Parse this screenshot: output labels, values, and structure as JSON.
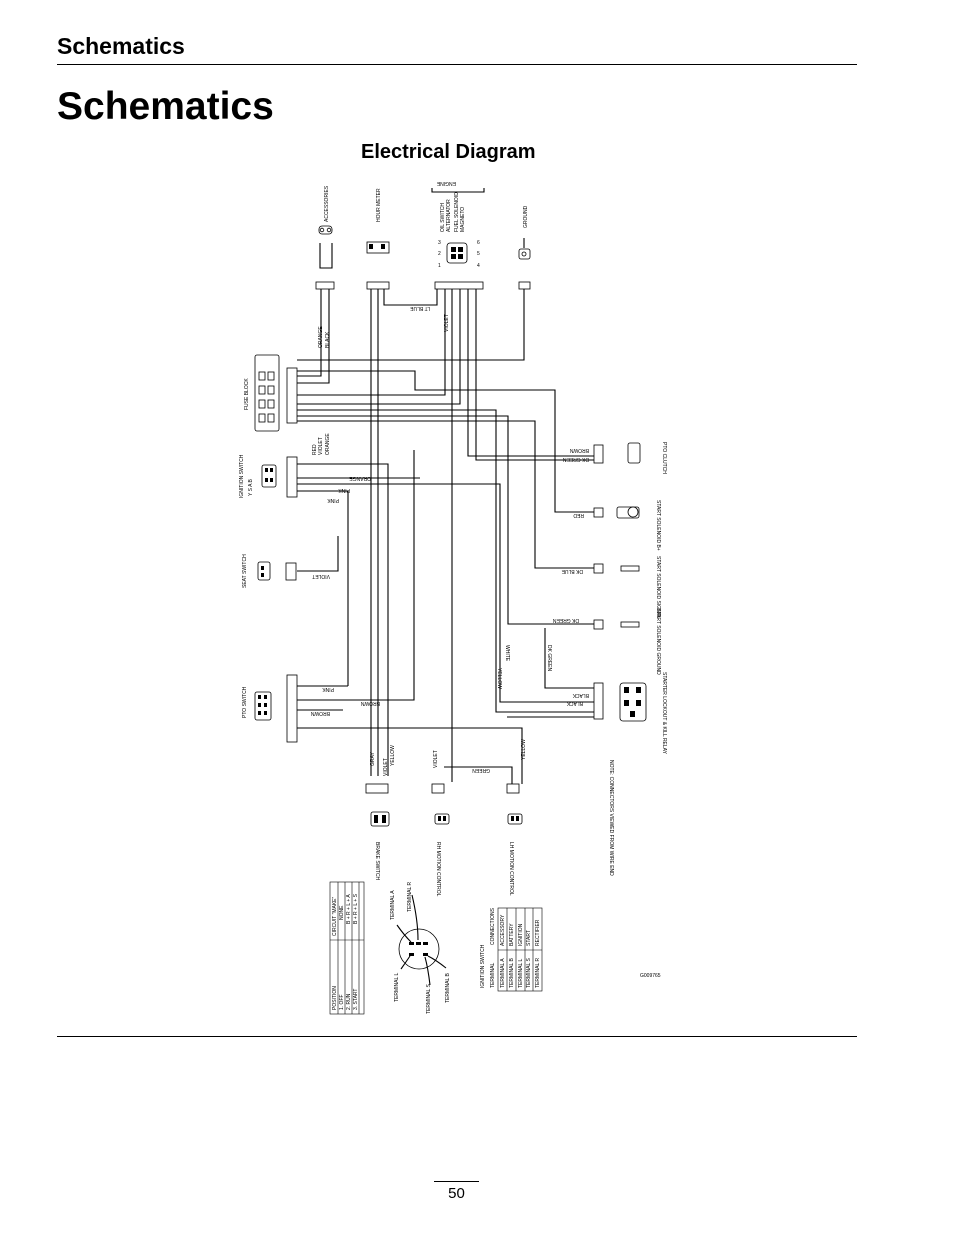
{
  "header": {
    "section": "Schematics"
  },
  "page": {
    "title": "Schematics",
    "number": "50"
  },
  "diagram": {
    "title": "Electrical Diagram",
    "engine": {
      "group": "ENGINE",
      "oil_switch": "OIL SWITCH",
      "alternator": "ALTERNATOR",
      "fuel_solenoid": "FUEL SOLENOID",
      "magneto": "MAGNETO",
      "ground": "GROUND"
    },
    "components": {
      "accessories": "ACCESSORIES",
      "hour_meter": "HOUR METER",
      "fuse_block": "FUSE BLOCK",
      "ignition_switch": "IGNITION SWITCH",
      "ignition_pins": "Y S A B",
      "seat_switch": "SEAT SWITCH",
      "pto_switch": "PTO SWITCH",
      "pto_clutch": "PTO CLUTCH",
      "start_solenoid_b": "START SOLENOID B+",
      "start_solenoid_signal": "START SOLENOID SIGNAL",
      "start_solenoid_ground": "START SOLENOID GROUND",
      "starter_lockout": "STARTER LOCKOUT & KILL RELAY",
      "brake_switch": "BRAKE SWITCH",
      "rh_motion": "RH MOTION CONTROL",
      "lh_motion": "LH MOTION CONTROL"
    },
    "wires": {
      "orange": "ORANGE",
      "black": "BLACK",
      "lt_blue": "LT BLUE",
      "violet": "VIOLET",
      "red": "RED",
      "pink": "PINK",
      "brown": "BROWN",
      "dk_green": "DK GREEN",
      "dk_blue": "DK BLUE",
      "white": "WHITE",
      "yellow": "YELLOW",
      "gray": "GRAY",
      "green": "GREEN"
    },
    "note": "NOTE: CONNECTORS VIEWED FROM WIRE END",
    "figure_id": "G009765",
    "circuit_table": {
      "headers": [
        "POSITION",
        "CIRCUIT \"MAKE\""
      ],
      "rows": [
        [
          "1. OFF",
          "NONE"
        ],
        [
          "2. RUN",
          "B + R + L + A"
        ],
        [
          "3. START",
          "B + R + L + S"
        ]
      ]
    },
    "ignition_key": {
      "terminals": [
        "TERMINAL A",
        "TERMINAL R",
        "TERMINAL L",
        "TERMINAL S",
        "TERMINAL B"
      ]
    },
    "connections_table": {
      "caption": "IGNITION SWITCH",
      "headers": [
        "TERMINAL",
        "CONNECTIONS"
      ],
      "rows": [
        [
          "TERMINAL A",
          "ACCESSORY"
        ],
        [
          "TERMINAL B",
          "BATTERY"
        ],
        [
          "TERMINAL L",
          "IGNITION"
        ],
        [
          "TERMINAL S",
          "START"
        ],
        [
          "TERMINAL R",
          "RECTIFIER"
        ]
      ]
    }
  }
}
